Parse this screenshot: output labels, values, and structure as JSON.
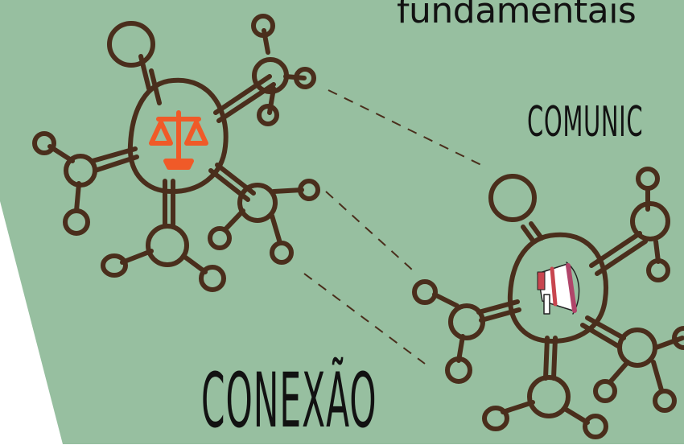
{
  "heading": "fundamentais",
  "labels": {
    "comunicacao": "COMUNIC",
    "conexao": "CONEXÃO"
  },
  "colors": {
    "background_panel": "#97bfa0",
    "page_white": "#ffffff",
    "molecule_stroke": "#4a2e1c",
    "justice_icon": "#f05a28",
    "megaphone_red": "#c8464f",
    "text": "#121212"
  },
  "icons": {
    "left_hub": "scales-of-justice-icon",
    "right_hub": "megaphone-icon"
  }
}
